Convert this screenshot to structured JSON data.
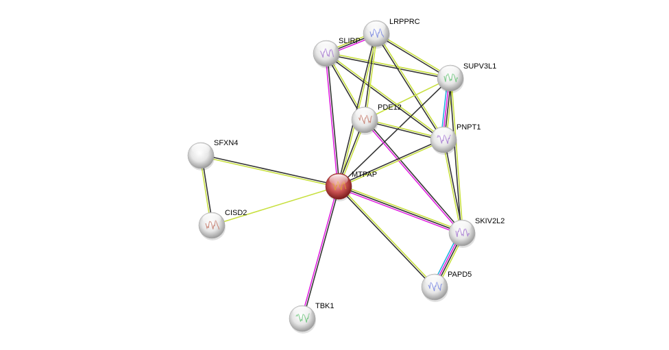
{
  "network": {
    "title": "Protein interaction network",
    "center_node": "MTPAP",
    "edge_colors": {
      "coexpression": "#333333",
      "textmining": "#c8e040",
      "experimental": "#e020e0",
      "database": "#20b0e0"
    },
    "node_colors": {
      "default": "#e0e0e0",
      "query": "#c03a3a"
    },
    "nodes": [
      {
        "id": "SLIRP",
        "label": "SLIRP",
        "query": false,
        "structure": true
      },
      {
        "id": "LRPPRC",
        "label": "LRPPRC",
        "query": false,
        "structure": true
      },
      {
        "id": "SUPV3L1",
        "label": "SUPV3L1",
        "query": false,
        "structure": true
      },
      {
        "id": "PDE12",
        "label": "PDE12",
        "query": false,
        "structure": true
      },
      {
        "id": "PNPT1",
        "label": "PNPT1",
        "query": false,
        "structure": true
      },
      {
        "id": "SFXN4",
        "label": "SFXN4",
        "query": false,
        "structure": false
      },
      {
        "id": "MTPAP",
        "label": "MTPAP",
        "query": true,
        "structure": true
      },
      {
        "id": "CISD2",
        "label": "CISD2",
        "query": false,
        "structure": true
      },
      {
        "id": "SKIV2L2",
        "label": "SKIV2L2",
        "query": false,
        "structure": true
      },
      {
        "id": "PAPD5",
        "label": "PAPD5",
        "query": false,
        "structure": true
      },
      {
        "id": "TBK1",
        "label": "TBK1",
        "query": false,
        "structure": true
      }
    ],
    "edges": [
      {
        "a": "SLIRP",
        "b": "LRPPRC",
        "types": [
          "textmining",
          "coexpression",
          "experimental"
        ]
      },
      {
        "a": "SLIRP",
        "b": "SUPV3L1",
        "types": [
          "textmining",
          "coexpression"
        ]
      },
      {
        "a": "SLIRP",
        "b": "PDE12",
        "types": [
          "textmining",
          "coexpression"
        ]
      },
      {
        "a": "SLIRP",
        "b": "PNPT1",
        "types": [
          "textmining",
          "coexpression"
        ]
      },
      {
        "a": "SLIRP",
        "b": "MTPAP",
        "types": [
          "coexpression",
          "experimental"
        ]
      },
      {
        "a": "LRPPRC",
        "b": "SUPV3L1",
        "types": [
          "textmining",
          "coexpression"
        ]
      },
      {
        "a": "LRPPRC",
        "b": "PDE12",
        "types": [
          "textmining",
          "coexpression"
        ]
      },
      {
        "a": "LRPPRC",
        "b": "PNPT1",
        "types": [
          "textmining",
          "coexpression"
        ]
      },
      {
        "a": "LRPPRC",
        "b": "MTPAP",
        "types": [
          "textmining",
          "coexpression"
        ]
      },
      {
        "a": "SUPV3L1",
        "b": "PDE12",
        "types": [
          "textmining"
        ]
      },
      {
        "a": "SUPV3L1",
        "b": "PNPT1",
        "types": [
          "textmining",
          "coexpression",
          "experimental",
          "database"
        ]
      },
      {
        "a": "SUPV3L1",
        "b": "MTPAP",
        "types": [
          "coexpression"
        ]
      },
      {
        "a": "SUPV3L1",
        "b": "SKIV2L2",
        "types": [
          "textmining",
          "coexpression"
        ]
      },
      {
        "a": "PDE12",
        "b": "PNPT1",
        "types": [
          "textmining",
          "coexpression"
        ]
      },
      {
        "a": "PDE12",
        "b": "MTPAP",
        "types": [
          "textmining",
          "coexpression"
        ]
      },
      {
        "a": "PDE12",
        "b": "SKIV2L2",
        "types": [
          "coexpression",
          "experimental"
        ]
      },
      {
        "a": "PNPT1",
        "b": "MTPAP",
        "types": [
          "textmining",
          "coexpression"
        ]
      },
      {
        "a": "PNPT1",
        "b": "SKIV2L2",
        "types": [
          "coexpression",
          "textmining"
        ]
      },
      {
        "a": "SFXN4",
        "b": "MTPAP",
        "types": [
          "coexpression",
          "textmining"
        ]
      },
      {
        "a": "SFXN4",
        "b": "CISD2",
        "types": [
          "coexpression",
          "textmining"
        ]
      },
      {
        "a": "CISD2",
        "b": "MTPAP",
        "types": [
          "textmining"
        ]
      },
      {
        "a": "MTPAP",
        "b": "SKIV2L2",
        "types": [
          "textmining",
          "coexpression",
          "experimental"
        ]
      },
      {
        "a": "MTPAP",
        "b": "PAPD5",
        "types": [
          "textmining",
          "coexpression"
        ]
      },
      {
        "a": "MTPAP",
        "b": "TBK1",
        "types": [
          "coexpression",
          "experimental"
        ]
      },
      {
        "a": "SKIV2L2",
        "b": "PAPD5",
        "types": [
          "textmining",
          "coexpression",
          "experimental",
          "database"
        ]
      }
    ]
  }
}
